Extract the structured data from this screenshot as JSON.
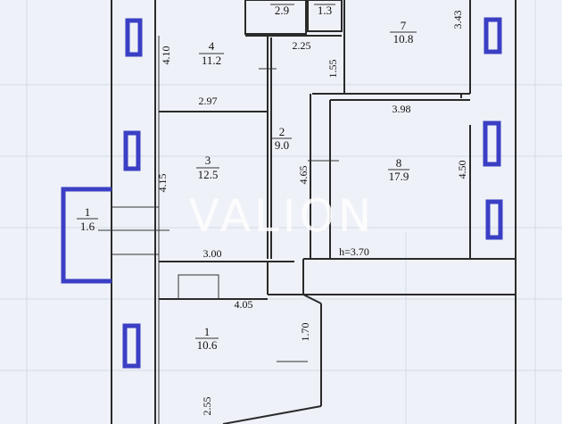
{
  "watermark": "VALION",
  "rooms": [
    {
      "number": "4",
      "area": "11.2"
    },
    {
      "number": "",
      "area": "2.9"
    },
    {
      "number": "",
      "area": "1.3"
    },
    {
      "number": "7",
      "area": "10.8"
    },
    {
      "number": "2",
      "area": "9.0"
    },
    {
      "number": "3",
      "area": "12.5"
    },
    {
      "number": "8",
      "area": "17.9"
    },
    {
      "number": "1",
      "area": "1.6"
    },
    {
      "number": "1",
      "area": "10.6"
    }
  ],
  "dimensions": {
    "room4_height": "4.10",
    "room4_width": "2.97",
    "hall_width": "2.25",
    "hall_door": "1.55",
    "room7_height": "3.43",
    "room8_width": "3.98",
    "room8_height": "4.50",
    "corridor_length": "4.65",
    "room3_height": "4.15",
    "room3_width": "3.00",
    "ceiling_height": "h=3.70",
    "room1_width": "4.05",
    "room1_depth": "1.70",
    "room1_lower": "2.55"
  },
  "colors": {
    "window_marker": "#3a3fc4",
    "wall": "#2a2a2a",
    "background": "#eef1f7"
  }
}
